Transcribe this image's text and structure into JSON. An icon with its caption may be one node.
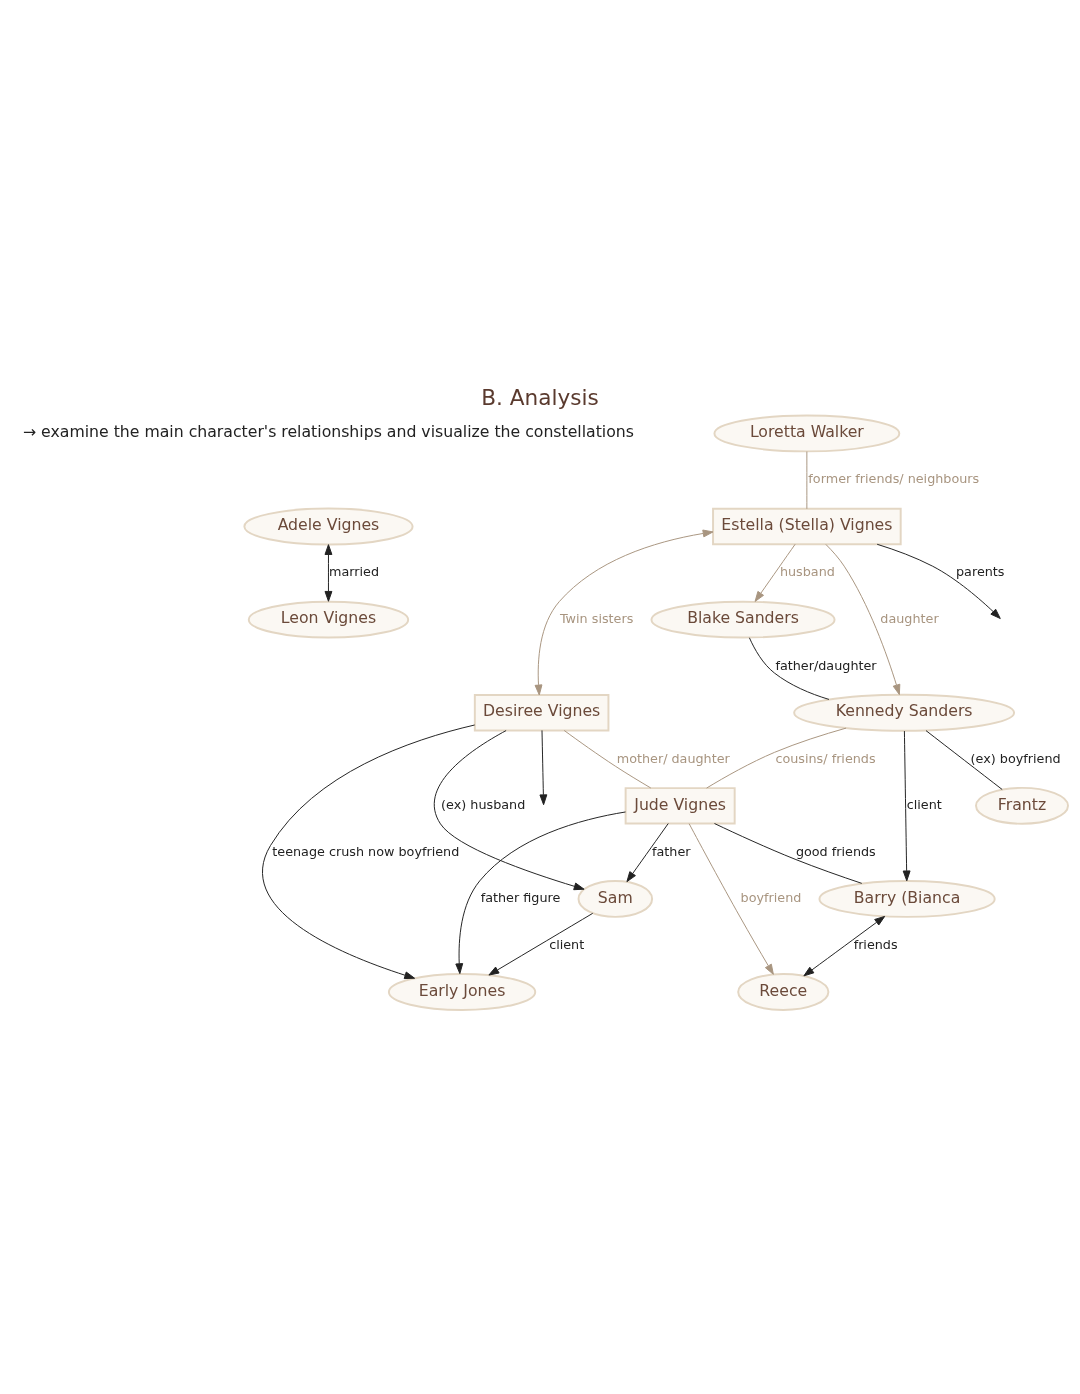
{
  "diagram": {
    "title": "B. Analysis",
    "nodes": [
      {
        "text": [
          "Adele Vignes"
        ]
      },
      {
        "text": [
          "Leon Vignes"
        ]
      },
      {
        "text": [
          "Loretta Walker"
        ]
      },
      {
        "text": [
          "Estella (Stella) Vignes"
        ]
      },
      {
        "text": [
          "Desiree Vignes"
        ]
      },
      {
        "text": [
          "Blake Sanders"
        ]
      },
      {
        "text": [
          "Early Jones"
        ]
      },
      {
        "text": [
          "Kennedy Sanders"
        ]
      },
      {
        "text": [
          "Sam"
        ]
      },
      {
        "text": [
          "Jude Vignes"
        ]
      },
      {
        "text": [
          "Frantz"
        ]
      },
      {
        "text": [
          "Barry (Bianca"
        ]
      },
      {
        "text": [
          "Reece"
        ]
      }
    ],
    "edges": [
      {
        "from": 0,
        "to": 1,
        "arrow": "both",
        "label": "married"
      },
      {
        "from": 3,
        "to": null,
        "arrow": "to",
        "label": "parents"
      },
      {
        "from": 4,
        "to": null,
        "arrow": "to"
      },
      {
        "from": 2,
        "to": 3,
        "arrow": "none",
        "label": "former friends/ neighbours",
        "color": "#a89580"
      },
      {
        "from": 3,
        "to": 4,
        "arrow": "both",
        "label": "Twin sisters",
        "color": "#a89580"
      },
      {
        "from": 3,
        "to": 5,
        "arrow": "to",
        "label": "husband",
        "color": "#a89580"
      },
      {
        "from": 3,
        "to": 7,
        "arrow": "to",
        "label": "daughter",
        "color": "#a89580"
      },
      {
        "from": 4,
        "to": 8,
        "arrow": "to",
        "label": "(ex) husband"
      },
      {
        "from": 4,
        "to": 6,
        "arrow": "to",
        "label": "teenage crush now boyfriend"
      },
      {
        "from": 4,
        "to": 9,
        "arrow": "none",
        "label": "mother/ daughter",
        "color": "#a89580"
      },
      {
        "from": 5,
        "to": 7,
        "arrow": "none",
        "label": "father/daughter"
      },
      {
        "from": 8,
        "to": 6,
        "arrow": "to",
        "label": "client"
      },
      {
        "from": 7,
        "to": 10,
        "arrow": "none",
        "label": "(ex) boyfriend"
      },
      {
        "from": 7,
        "to": 11,
        "arrow": "to",
        "label": "client"
      },
      {
        "from": 7,
        "to": 9,
        "arrow": "none",
        "label": "cousins/ friends",
        "color": "#a89580"
      },
      {
        "from": 9,
        "to": 8,
        "arrow": "to",
        "label": "father"
      },
      {
        "from": 9,
        "to": 6,
        "arrow": "to",
        "label": "father figure"
      },
      {
        "from": 9,
        "to": 11,
        "arrow": "none",
        "label": "good friends"
      },
      {
        "from": 9,
        "to": 12,
        "arrow": "to",
        "label": "boyfriend",
        "color": "#a89580"
      },
      {
        "from": 11,
        "to": 12,
        "arrow": "both",
        "label": "friends"
      }
    ],
    "labels": [
      "→ examine the main character's relationships and visualize the constellations"
    ]
  }
}
